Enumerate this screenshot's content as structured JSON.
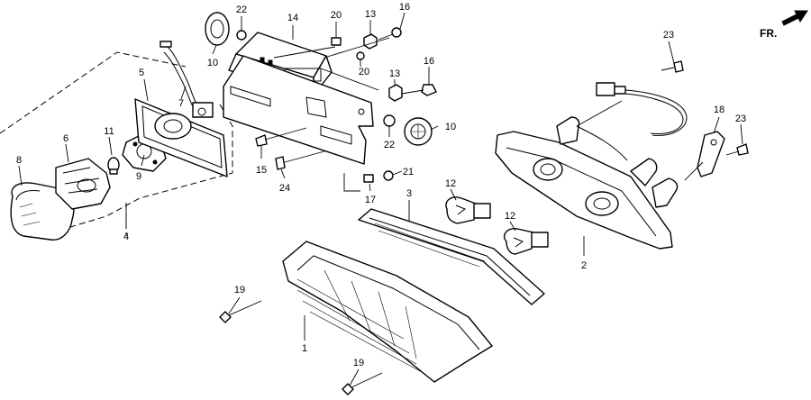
{
  "diagram": {
    "orientation_label": "FR.",
    "callouts": [
      "1",
      "2",
      "3",
      "4",
      "5",
      "6",
      "7",
      "8",
      "9",
      "10",
      "10",
      "11",
      "12",
      "12",
      "13",
      "13",
      "14",
      "15",
      "16",
      "16",
      "17",
      "18",
      "19",
      "19",
      "20",
      "20",
      "21",
      "22",
      "22",
      "23",
      "23",
      "24"
    ]
  }
}
